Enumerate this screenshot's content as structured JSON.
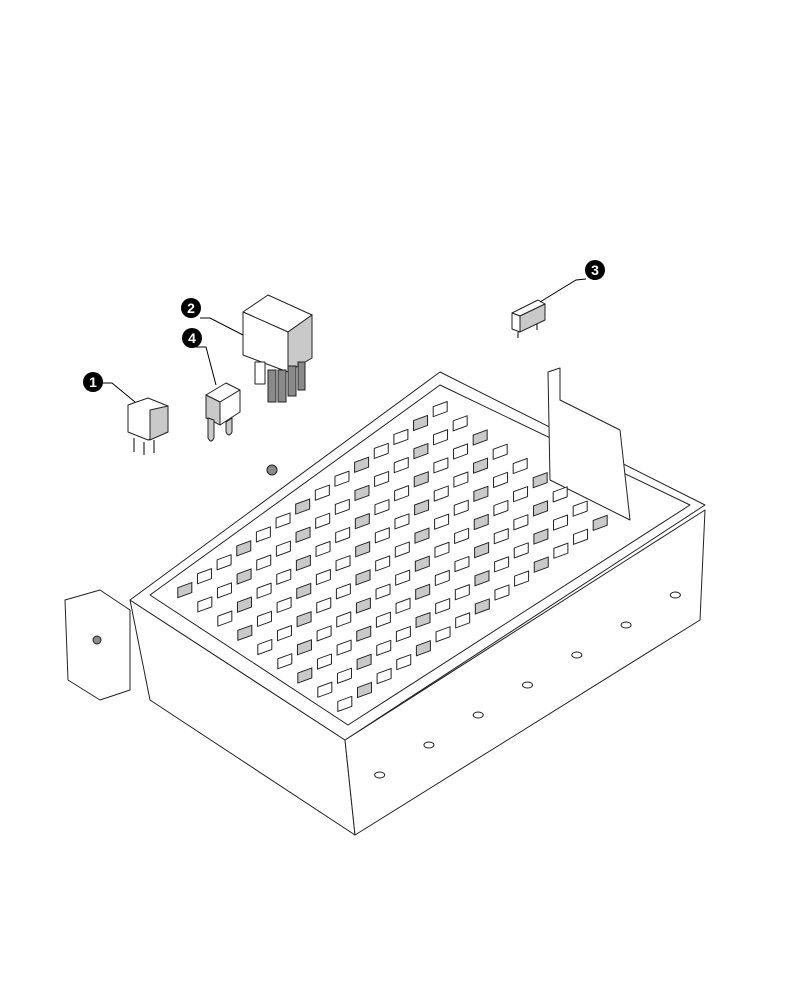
{
  "diagram": {
    "callouts": [
      {
        "label": "1",
        "part": "mini-relay"
      },
      {
        "label": "2",
        "part": "relay"
      },
      {
        "label": "3",
        "part": "mini-fuse"
      },
      {
        "label": "4",
        "part": "fuse"
      }
    ],
    "colors": {
      "line": "#222222",
      "shade": "#c9c9c9",
      "callout": "#000000"
    }
  }
}
